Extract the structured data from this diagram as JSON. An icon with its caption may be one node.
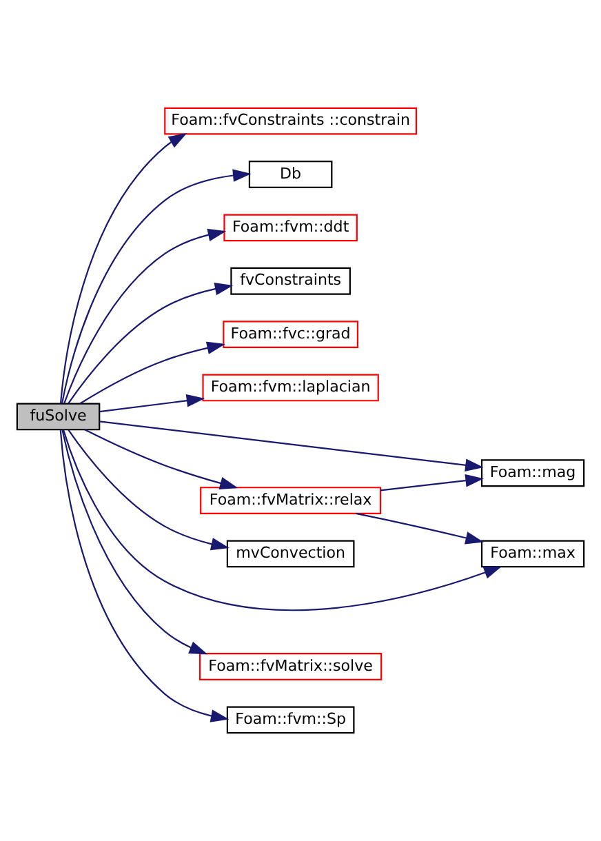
{
  "diagram": {
    "nodes": [
      {
        "text": [
          "fuSolve"
        ]
      },
      {
        "text": [
          "Foam::fvConstraints ::constrain"
        ]
      },
      {
        "text": [
          "Db"
        ]
      },
      {
        "text": [
          "Foam::fvm::ddt"
        ]
      },
      {
        "text": [
          "fvConstraints"
        ]
      },
      {
        "text": [
          "Foam::fvc::grad"
        ]
      },
      {
        "text": [
          "Foam::fvm::laplacian"
        ]
      },
      {
        "text": [
          "Foam::mag"
        ]
      },
      {
        "text": [
          "Foam::fvMatrix::relax"
        ]
      },
      {
        "text": [
          "mvConvection"
        ]
      },
      {
        "text": [
          "Foam::max"
        ]
      },
      {
        "text": [
          "Foam::fvMatrix::solve"
        ]
      },
      {
        "text": [
          "Foam::fvm::Sp"
        ]
      }
    ],
    "edges": [
      {
        "from": 0,
        "to": 1,
        "arrow": "to"
      },
      {
        "from": 0,
        "to": 2,
        "arrow": "to"
      },
      {
        "from": 0,
        "to": 3,
        "arrow": "to"
      },
      {
        "from": 0,
        "to": 4,
        "arrow": "to"
      },
      {
        "from": 0,
        "to": 5,
        "arrow": "to"
      },
      {
        "from": 0,
        "to": 6,
        "arrow": "to"
      },
      {
        "from": 0,
        "to": 7,
        "arrow": "to"
      },
      {
        "from": 0,
        "to": 8,
        "arrow": "to"
      },
      {
        "from": 0,
        "to": 9,
        "arrow": "to"
      },
      {
        "from": 0,
        "to": 10,
        "arrow": "to"
      },
      {
        "from": 0,
        "to": 11,
        "arrow": "to"
      },
      {
        "from": 0,
        "to": 12,
        "arrow": "to"
      },
      {
        "from": 8,
        "to": 7,
        "arrow": "to"
      },
      {
        "from": 8,
        "to": 10,
        "arrow": "to"
      }
    ]
  }
}
